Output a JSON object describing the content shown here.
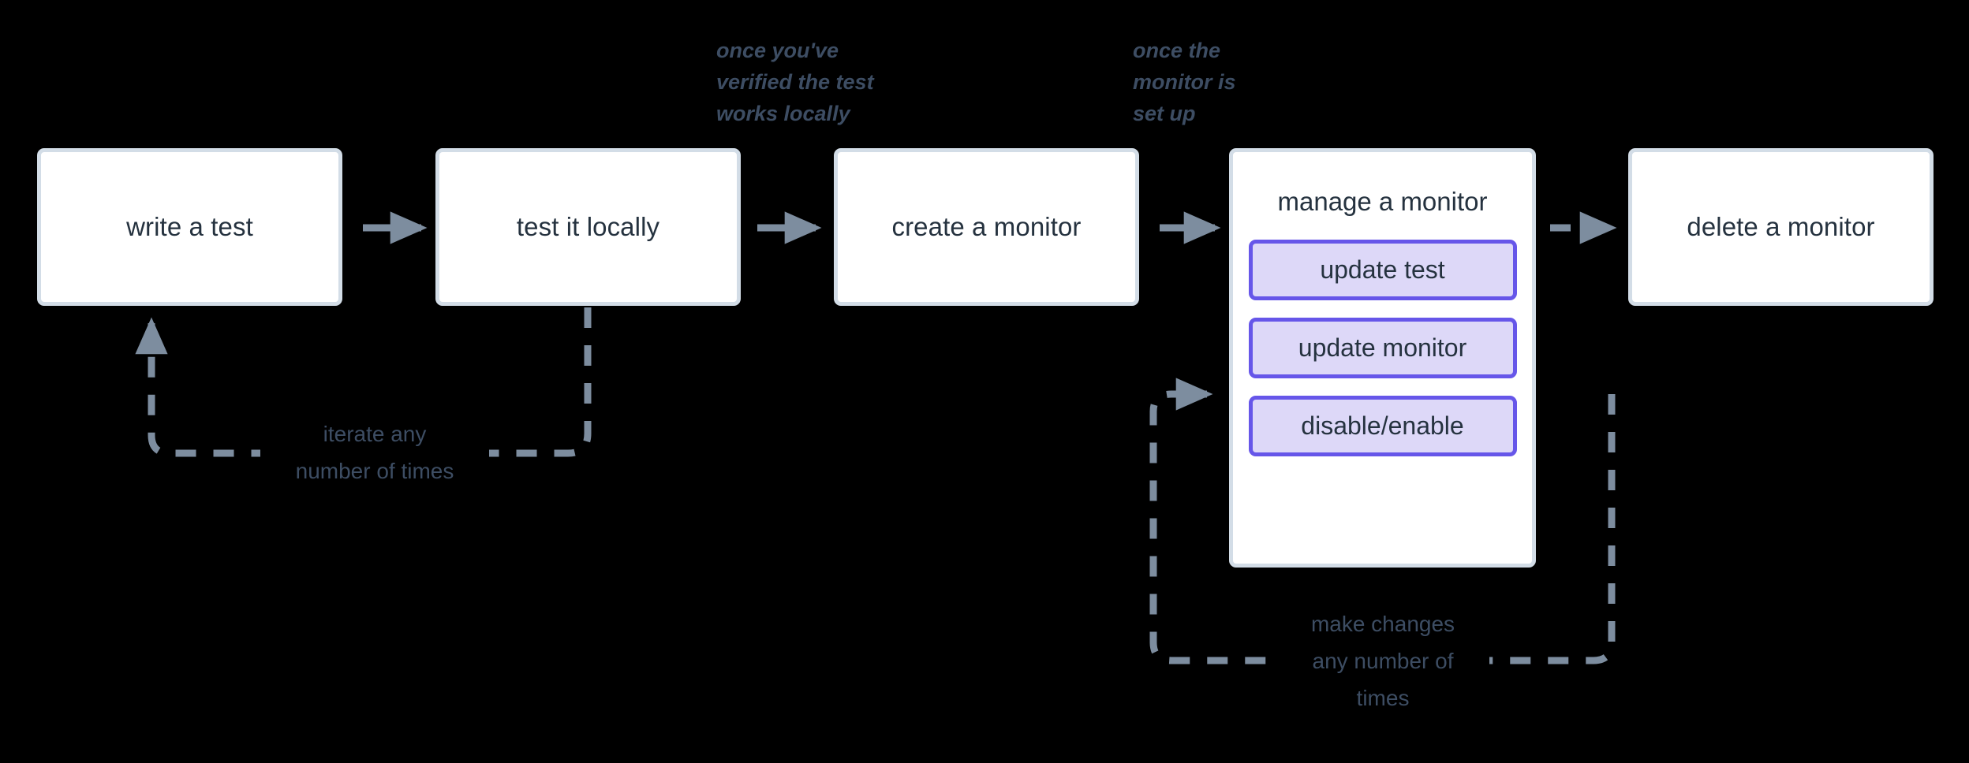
{
  "diagram": {
    "title": "monitor lifecycle flow",
    "background_color": "#000000",
    "node_fill": "#ffffff",
    "node_border": "#d3dde7",
    "sub_node_fill": "#ddd8f8",
    "sub_node_border": "#6656e9",
    "edge_color": "#7d8d9f",
    "text_color": "#25323f",
    "label_color": "#3d4d63",
    "nodes": [
      {
        "id": "write-a-test",
        "label": "write a test"
      },
      {
        "id": "test-it-locally",
        "label": "test it locally"
      },
      {
        "id": "create-a-monitor",
        "label": "create a monitor"
      },
      {
        "id": "manage-a-monitor",
        "label": "manage a monitor"
      },
      {
        "id": "delete-a-monitor",
        "label": "delete a monitor"
      }
    ],
    "sub_nodes": [
      {
        "id": "update-test",
        "label": "update test"
      },
      {
        "id": "update-monitor",
        "label": "update monitor"
      },
      {
        "id": "disable-enable",
        "label": "disable/enable"
      }
    ],
    "annotations": [
      {
        "id": "verified-test",
        "text": "once you've\nverified the test\nworks locally"
      },
      {
        "id": "monitor-set-up",
        "text": "once the\nmonitor is\nset up"
      }
    ],
    "edge_labels": [
      {
        "id": "iterate-loop",
        "text": "iterate any\nnumber of times"
      },
      {
        "id": "make-changes-loop",
        "text": "make changes\nany number of\ntimes"
      }
    ]
  }
}
